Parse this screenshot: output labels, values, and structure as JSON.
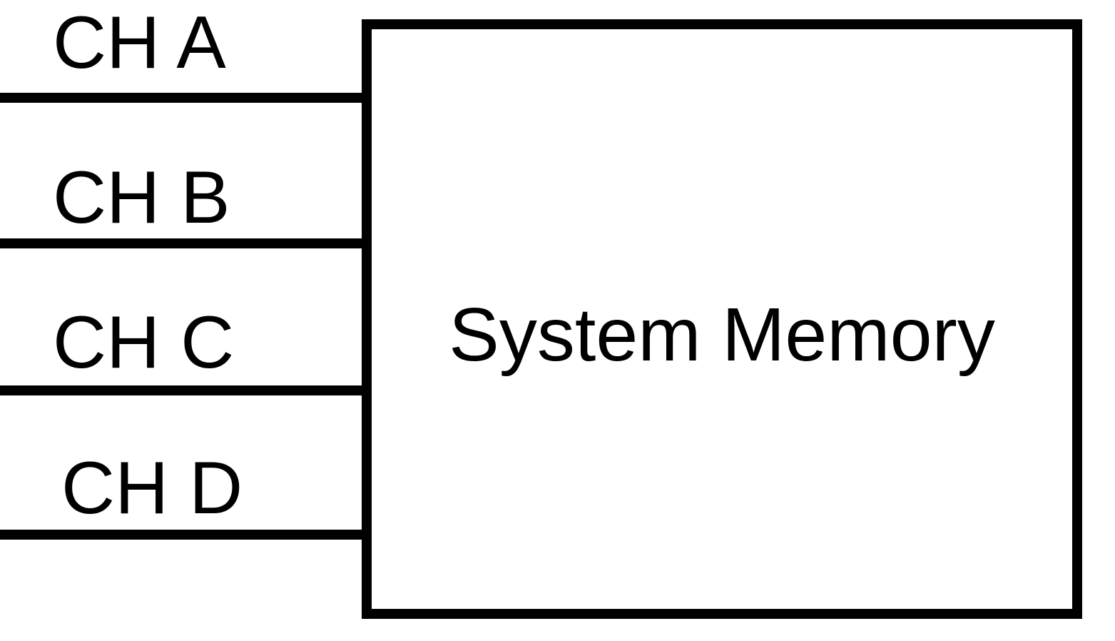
{
  "diagram": {
    "channels": [
      {
        "label": "CH A"
      },
      {
        "label": "CH B"
      },
      {
        "label": "CH C"
      },
      {
        "label": "CH D"
      }
    ],
    "memory_block": {
      "label": "System Memory"
    },
    "colors": {
      "line": "#000000",
      "background": "#ffffff"
    }
  }
}
